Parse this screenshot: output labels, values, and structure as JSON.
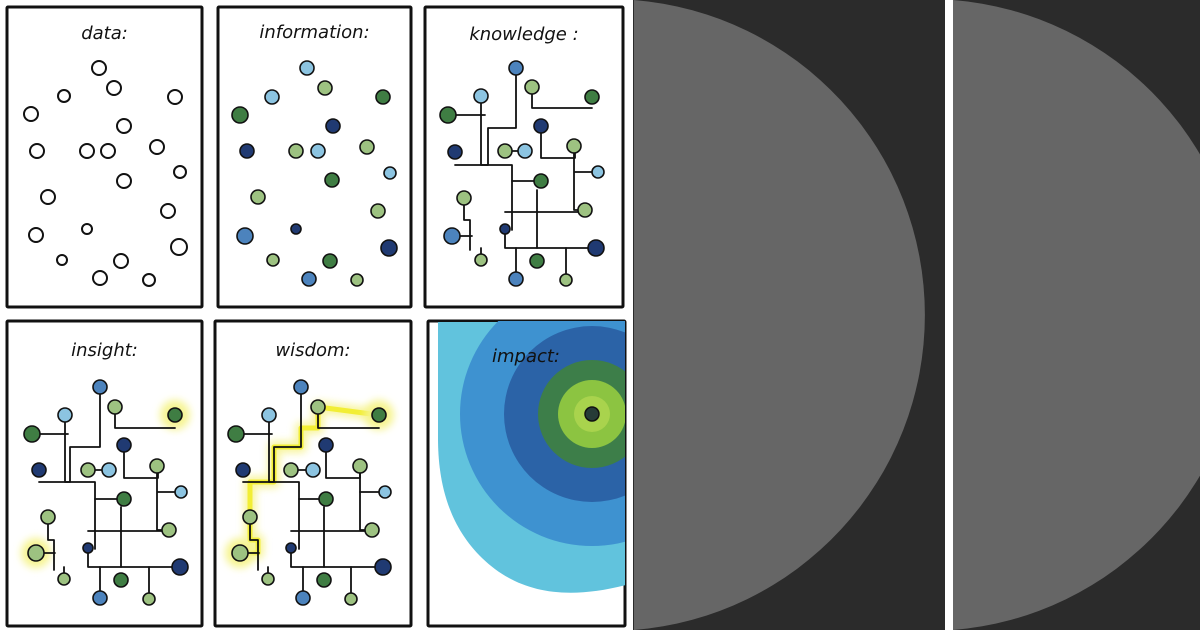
{
  "colors": {
    "paper": "#ffffff",
    "ink": "#111111",
    "right_background": "#2b2b2b",
    "semicircle": "#666666",
    "highlight_path": "#f2ee35",
    "highlight_glow": "#f6f38c",
    "node_navy": "#203a72",
    "node_steel": "#4c83bd",
    "node_sky": "#8cc4e1",
    "node_green": "#3f7d43",
    "node_sage": "#9dc281",
    "impact_cyan": "#61c3dd",
    "impact_blue": "#3e92d0",
    "impact_navy": "#2b63a7",
    "impact_forest": "#3d7e49",
    "impact_lime": "#8cc441",
    "impact_center": "#263b37"
  },
  "panels": [
    {
      "id": "data",
      "title": "data:",
      "style": "empty"
    },
    {
      "id": "information",
      "title": "information:",
      "style": "filled"
    },
    {
      "id": "knowledge",
      "title": "knowledge :",
      "style": "connected"
    },
    {
      "id": "insight",
      "title": "insight:",
      "style": "insight"
    },
    {
      "id": "wisdom",
      "title": "wisdom:",
      "style": "wisdom"
    },
    {
      "id": "impact",
      "title": "impact:",
      "style": "impact"
    }
  ]
}
